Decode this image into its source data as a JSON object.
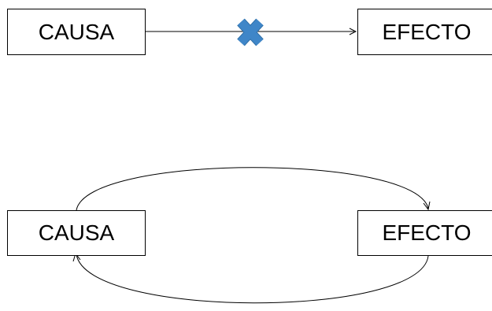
{
  "diagrams": {
    "linear": {
      "cause_label": "CAUSA",
      "effect_label": "EFECTO",
      "blocked_marker_color": "#3F86C8",
      "blocked_marker_icon": "x-mark-icon"
    },
    "circular": {
      "cause_label": "CAUSA",
      "effect_label": "EFECTO"
    }
  }
}
